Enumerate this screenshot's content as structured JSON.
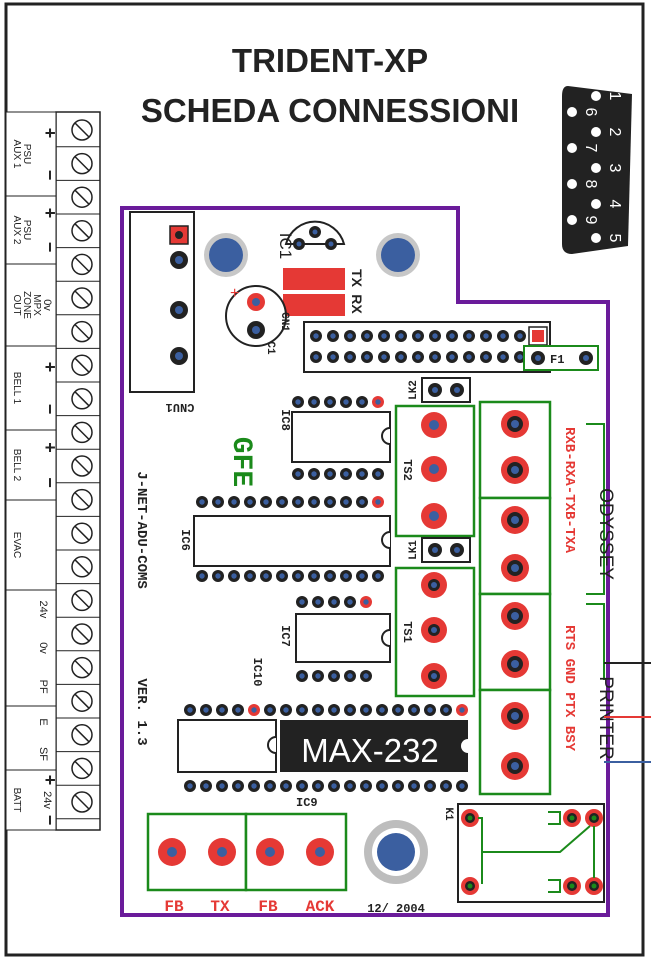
{
  "title_line1": "TRIDENT-XP",
  "title_line2": "SCHEDA CONNESSIONI",
  "db9_pins": [
    "1",
    "2",
    "3",
    "4",
    "5",
    "6",
    "7",
    "8",
    "9"
  ],
  "terminal_groups": [
    {
      "lines": [
        "AUX 1",
        "PSU"
      ],
      "signs": [
        "+",
        "−"
      ]
    },
    {
      "lines": [
        "AUX 2",
        "PSU"
      ],
      "signs": [
        "+",
        "−"
      ]
    },
    {
      "lines": [
        "OUT",
        "ZONE",
        "MPX"
      ],
      "signs": [
        "0v"
      ]
    },
    {
      "lines": [
        "BELL 1"
      ],
      "signs": [
        "+",
        "−"
      ]
    },
    {
      "lines": [
        "BELL 2"
      ],
      "signs": [
        "+",
        "−"
      ]
    },
    {
      "lines": [
        "EVAC"
      ],
      "signs": []
    },
    {
      "lines": [],
      "signs": [
        "24v",
        "0v",
        "PF"
      ]
    },
    {
      "lines": [],
      "signs": [
        "E",
        "SF"
      ]
    },
    {
      "lines": [
        "BATT"
      ],
      "signs": [
        "+",
        "24v",
        "−"
      ]
    }
  ],
  "board": {
    "ic1": "IC1",
    "tx_label": "TX",
    "rx_label": "RX",
    "cn1": "CN1",
    "c1": "C1",
    "cnu1": "CNU1",
    "ic8": "IC8",
    "ic6": "IC6",
    "ic7": "IC7",
    "ic10": "IC10",
    "ic9": "IC9",
    "ts1": "TS1",
    "ts2": "TS2",
    "lk1": "LK1",
    "lk2": "LK2",
    "f1": "F1",
    "k1": "K1",
    "gfe": "GFE",
    "board_name": "J-NET-ADU-COMS",
    "version": "VER. 1.3",
    "max232": "MAX-232",
    "date": "12/ 2004",
    "odyssey_signals": "RXB-RXA-TXB-TXA",
    "odyssey": "ODYSSEY",
    "printer_signals": "RTS GND PTX BSY",
    "printer": "PRINTER",
    "bottom_labels": [
      "FB",
      "TX",
      "FB",
      "ACK"
    ]
  },
  "colors": {
    "outline": "#6a1b9a",
    "green": "#1b8a1b",
    "red": "#e53935",
    "blue": "#3b5fa0",
    "dark": "#222222"
  }
}
